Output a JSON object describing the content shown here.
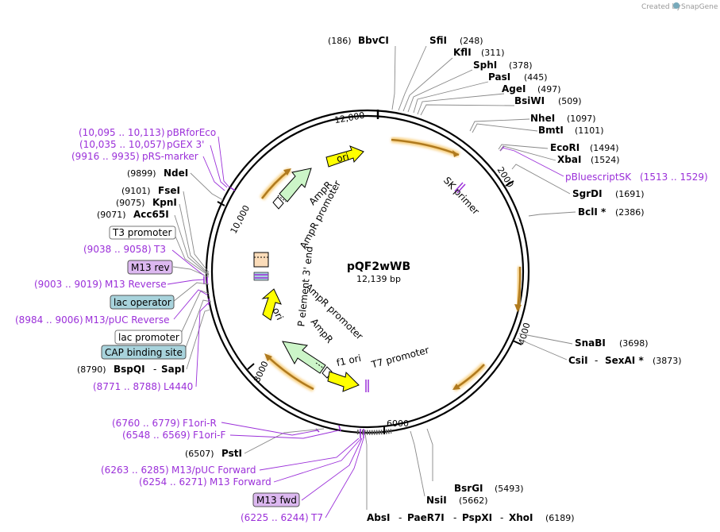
{
  "credit": {
    "prefix": "Created by",
    "brand": "SnapGene"
  },
  "plasmid": {
    "name": "pQF2wWB",
    "length": "12,139 bp"
  },
  "ruler": [
    "12,000",
    "2000",
    "4000",
    "6000",
    "8000",
    "10,000"
  ],
  "enzymes_right": [
    {
      "name": "SfiI",
      "pos": "(248)"
    },
    {
      "name": "KflI",
      "pos": "(311)"
    },
    {
      "name": "SphI",
      "pos": "(378)"
    },
    {
      "name": "PasI",
      "pos": "(445)"
    },
    {
      "name": "AgeI",
      "pos": "(497)"
    },
    {
      "name": "BsiWI",
      "pos": "(509)"
    },
    {
      "name": "NheI",
      "pos": "(1097)"
    },
    {
      "name": "BmtI",
      "pos": "(1101)"
    },
    {
      "name": "EcoRI",
      "pos": "(1494)"
    },
    {
      "name": "XbaI",
      "pos": "(1524)"
    },
    {
      "name": "SgrDI",
      "pos": "(1691)"
    },
    {
      "name": "BclI *",
      "pos": "(2386)"
    },
    {
      "name": "SnaBI",
      "pos": "(3698)"
    },
    {
      "name": "BsrGI",
      "pos": "(5493)"
    },
    {
      "name": "NsiI",
      "pos": "(5662)"
    }
  ],
  "enzyme_bbvci": {
    "name": "BbvCI",
    "pos": "(186)"
  },
  "enzyme_csii": {
    "name1": "CsiI",
    "sep": "-",
    "name2": "SexAI *",
    "pos": "(3873)"
  },
  "enzyme_absi": {
    "n1": "AbsI",
    "n2": "PaeR7I",
    "n3": "PspXI",
    "n4": "XhoI",
    "sep": "-",
    "pos": "(6189)"
  },
  "enzymes_left": [
    {
      "name": "NdeI",
      "pos": "(9899)"
    },
    {
      "name": "FseI",
      "pos": "(9101)"
    },
    {
      "name": "KpnI",
      "pos": "(9075)"
    },
    {
      "name": "Acc65I",
      "pos": "(9071)"
    },
    {
      "name": "PstI",
      "pos": "(6507)"
    }
  ],
  "enzyme_bspqi": {
    "name1": "BspQI",
    "sep": "-",
    "name2": "SapI",
    "pos": "(8790)"
  },
  "primers": [
    {
      "name": "pBRforEco",
      "pos": "(10,095 .. 10,113)"
    },
    {
      "name": "pGEX 3'",
      "pos": "(10,035 .. 10,057)"
    },
    {
      "name": "pRS-marker",
      "pos": "(9916 .. 9935)"
    },
    {
      "name": "T3",
      "pos": "(9038 .. 9058)"
    },
    {
      "name": "M13 Reverse",
      "pos": "(9003 .. 9019)"
    },
    {
      "name": "M13/pUC Reverse",
      "pos": "(8984 .. 9006)"
    },
    {
      "name": "L4440",
      "pos": "(8771 .. 8788)"
    },
    {
      "name": "F1ori-R",
      "pos": "(6760 .. 6779)"
    },
    {
      "name": "F1ori-F",
      "pos": "(6548 .. 6569)"
    },
    {
      "name": "M13/pUC Forward",
      "pos": "(6263 .. 6285)"
    },
    {
      "name": "M13 Forward",
      "pos": "(6254 .. 6271)"
    },
    {
      "name": "T7",
      "pos": "(6225 .. 6244)"
    },
    {
      "name": "pBluescriptSK",
      "pos": "(1513 .. 1529)"
    }
  ],
  "boxed": {
    "t3_promoter": "T3 promoter",
    "m13_rev": "M13 rev",
    "lac_operator": "lac operator",
    "lac_promoter": "lac promoter",
    "cap_site": "CAP binding site",
    "m13_fwd": "M13 fwd"
  },
  "features": {
    "ori_top": "ori",
    "ampr_top": "AmpR",
    "ampr_prom_top": "AmpR promoter",
    "p3end": "P element 3' end",
    "sk_primer": "SK primer",
    "ampr_prom_bot": "AmpR promoter",
    "ori_bot": "ori",
    "ampr_bot": "AmpR",
    "f1ori": "f1 ori",
    "t7prom": "T7 promoter"
  },
  "colors": {
    "primer": "#9b30d9",
    "ampr_fill": "#ccf5c8",
    "ori_fill": "#ffff00",
    "orf_arrow": "#b07a1e",
    "lac_fill": "#a8d3dc",
    "m13_fill": "#dcb8f0",
    "p_element_fill": "#fbdcb9"
  }
}
